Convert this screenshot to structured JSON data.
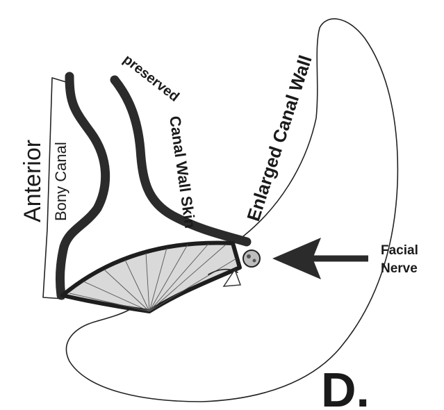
{
  "labels": {
    "anterior": "Anterior",
    "bony_canal": "Bony Canal",
    "preserved": "preserved",
    "canal_wall_skin": "Canal Wall Skin",
    "enlarged_canal_wall": "Enlarged Canal Wall",
    "facial": "Facial",
    "nerve": "Nerve",
    "panel_letter": "D."
  },
  "colors": {
    "ink": "#1a1a1a",
    "wall": "#2b2b2b",
    "flap_fill": "#d9d9d9"
  }
}
